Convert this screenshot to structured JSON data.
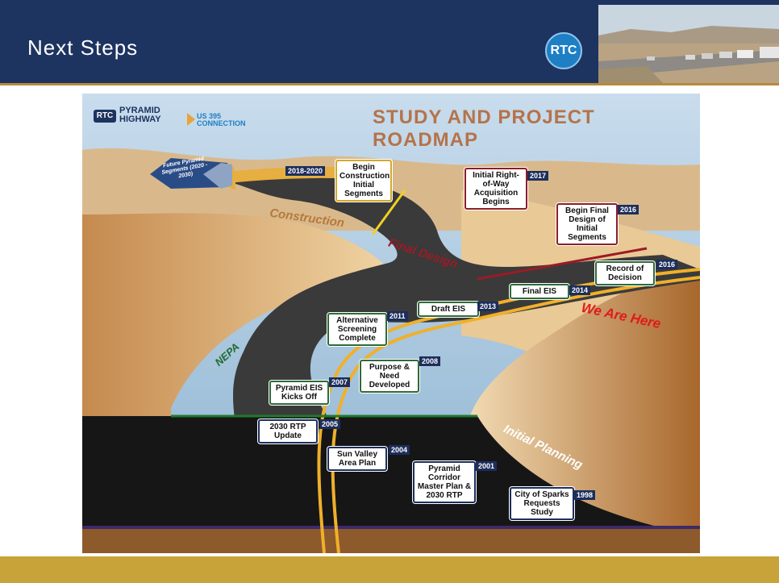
{
  "slide": {
    "title": "Next Steps",
    "logo_text": "RTC"
  },
  "roadmap": {
    "title": "STUDY AND PROJECT ROADMAP",
    "logo_rtc": "RTC",
    "logo_project": "PYRAMID HIGHWAY",
    "logo_connection": "US 395 CONNECTION",
    "future_label": "Future Pyramid Segments (2020 - 2030)",
    "we_are_here": "We Are Here",
    "phases": {
      "construction": "Construction",
      "final_design": "Final Design",
      "nepa": "NEPA",
      "initial_planning": "Initial Planning"
    },
    "milestones": [
      {
        "label": "Begin Construction Initial Segments",
        "year": "2018-2020"
      },
      {
        "label": "Initial Right-of-Way Acquisition Begins",
        "year": "2017"
      },
      {
        "label": "Begin Final Design of Initial Segments",
        "year": "2016"
      },
      {
        "label": "Record of Decision",
        "year": "2016"
      },
      {
        "label": "Final EIS",
        "year": "2014"
      },
      {
        "label": "Draft EIS",
        "year": "2013"
      },
      {
        "label": "Alternative Screening Complete",
        "year": "2011"
      },
      {
        "label": "Purpose & Need Developed",
        "year": "2008"
      },
      {
        "label": "Pyramid EIS Kicks Off",
        "year": "2007"
      },
      {
        "label": "2030 RTP Update",
        "year": "2005"
      },
      {
        "label": "Sun Valley Area Plan",
        "year": "2004"
      },
      {
        "label": "Pyramid Corridor Master Plan & 2030 RTP",
        "year": "2001"
      },
      {
        "label": "City of Sparks Requests Study",
        "year": "1998"
      }
    ]
  },
  "colors": {
    "header": "#1d3360",
    "footer": "#c7a339",
    "road": "#3a3a3a",
    "stripe": "#f0b02a",
    "sand": "#e0b67c",
    "sky": "#b3cfe4",
    "here_text": "#e01b1b"
  }
}
